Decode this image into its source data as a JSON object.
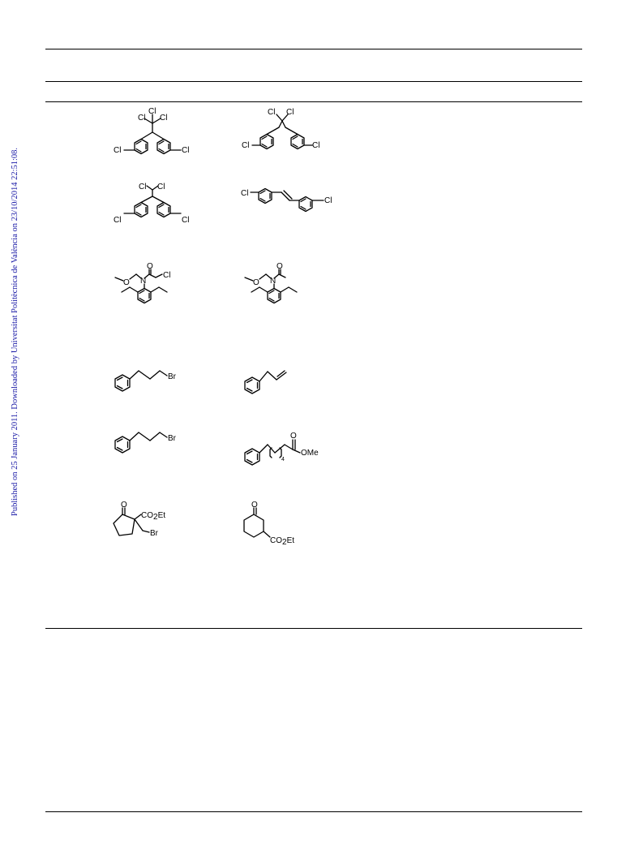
{
  "sidebar_note": "Published on 25 January 2011. Downloaded by Universitat Politècnica de València on 23/10/2014 22:51:08.",
  "labels": {
    "cl": "Cl",
    "br": "Br",
    "o": "O",
    "n": "N",
    "co2et_a": "CO",
    "co2et_sub": "2",
    "co2et_b": "Et",
    "ome": "OMe",
    "four": "4"
  }
}
